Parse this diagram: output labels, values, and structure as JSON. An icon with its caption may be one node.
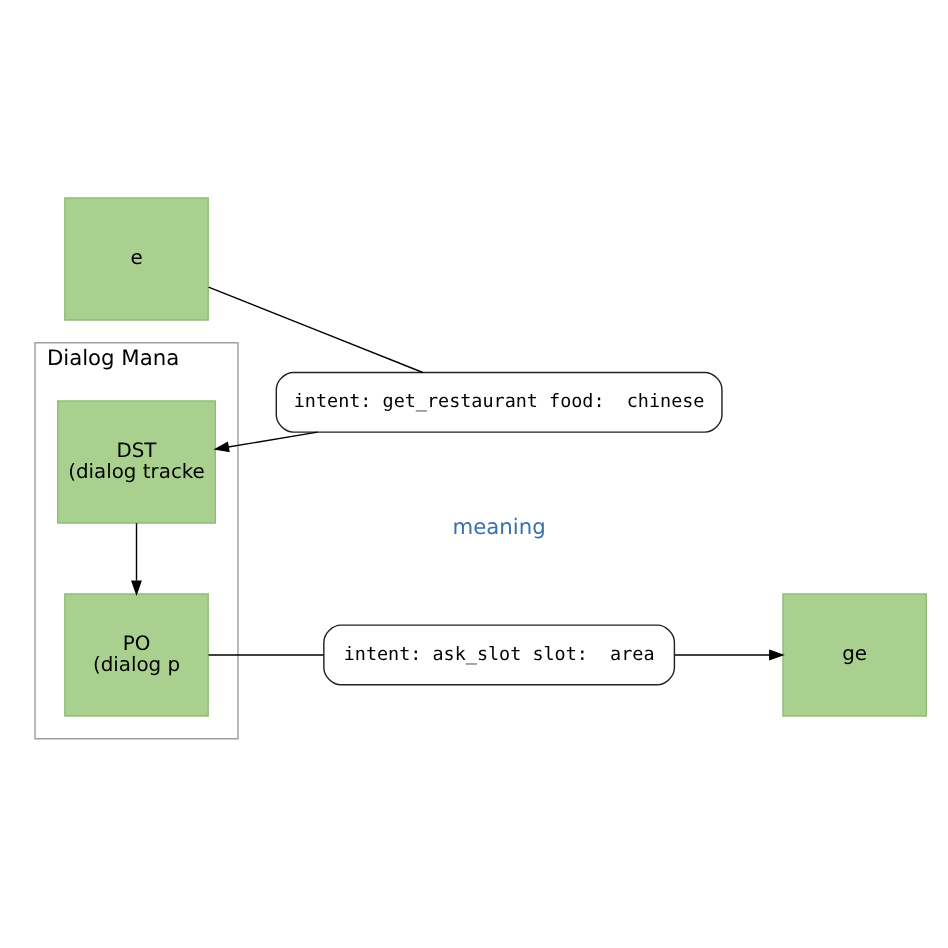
{
  "diagram": {
    "nodes": [
      {
        "text": [
          "e"
        ]
      },
      {
        "text": [
          "intent: get_restaurant food:  chinese"
        ]
      },
      {
        "text": [
          "Dialog Mana"
        ]
      },
      {
        "text": [
          "DST",
          "(dialog tracke"
        ],
        "in": 2
      },
      {
        "text": [
          "PO",
          "(dialog p"
        ],
        "in": 2
      },
      {
        "text": [
          "intent: ask_slot slot:  area"
        ]
      },
      {
        "text": [
          "ge"
        ]
      }
    ],
    "edges": [
      {
        "from": 0,
        "to": 1,
        "arrow": "none"
      },
      {
        "from": 1,
        "to": 3,
        "arrow": "to"
      },
      {
        "from": 3,
        "to": 4,
        "arrow": "to"
      },
      {
        "from": 4,
        "to": 5,
        "arrow": "none"
      },
      {
        "from": 5,
        "to": 6,
        "arrow": "to"
      }
    ],
    "labels": [
      "meaning"
    ]
  }
}
